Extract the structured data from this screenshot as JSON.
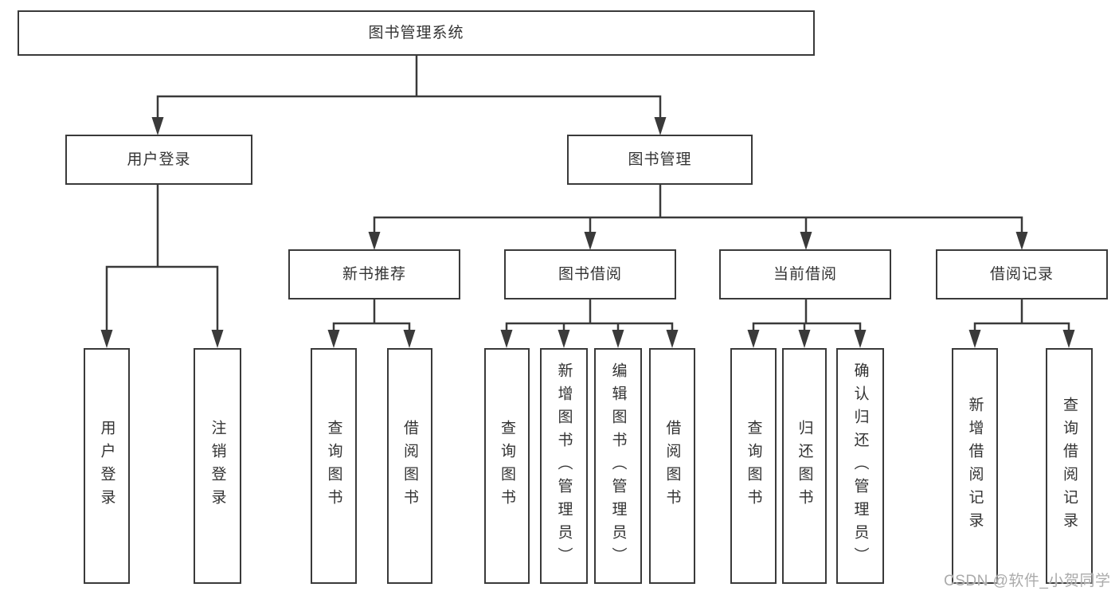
{
  "tree": {
    "root": {
      "label": "图书管理系统"
    },
    "children": [
      {
        "label": "用户登录",
        "children": [
          {
            "label": "用户登录"
          },
          {
            "label": "注销登录"
          }
        ]
      },
      {
        "label": "图书管理",
        "children": [
          {
            "label": "新书推荐",
            "children": [
              {
                "label": "查询图书"
              },
              {
                "label": "借阅图书"
              }
            ]
          },
          {
            "label": "图书借阅",
            "children": [
              {
                "label": "查询图书"
              },
              {
                "label": "新增图书（管理员）"
              },
              {
                "label": "编辑图书（管理员）"
              },
              {
                "label": "借阅图书"
              }
            ]
          },
          {
            "label": "当前借阅",
            "children": [
              {
                "label": "查询图书"
              },
              {
                "label": "归还图书"
              },
              {
                "label": "确认归还（管理员）"
              }
            ]
          },
          {
            "label": "借阅记录",
            "children": [
              {
                "label": "新增借阅记录"
              },
              {
                "label": "查询借阅记录"
              }
            ]
          }
        ]
      }
    ]
  },
  "watermark": {
    "text": "CSDN @软件_小贺同学"
  },
  "colors": {
    "line": "#3a3a3a",
    "box_border": "#3a3a3a",
    "text": "#333333",
    "watermark": "#ababab",
    "background": "#ffffff"
  }
}
